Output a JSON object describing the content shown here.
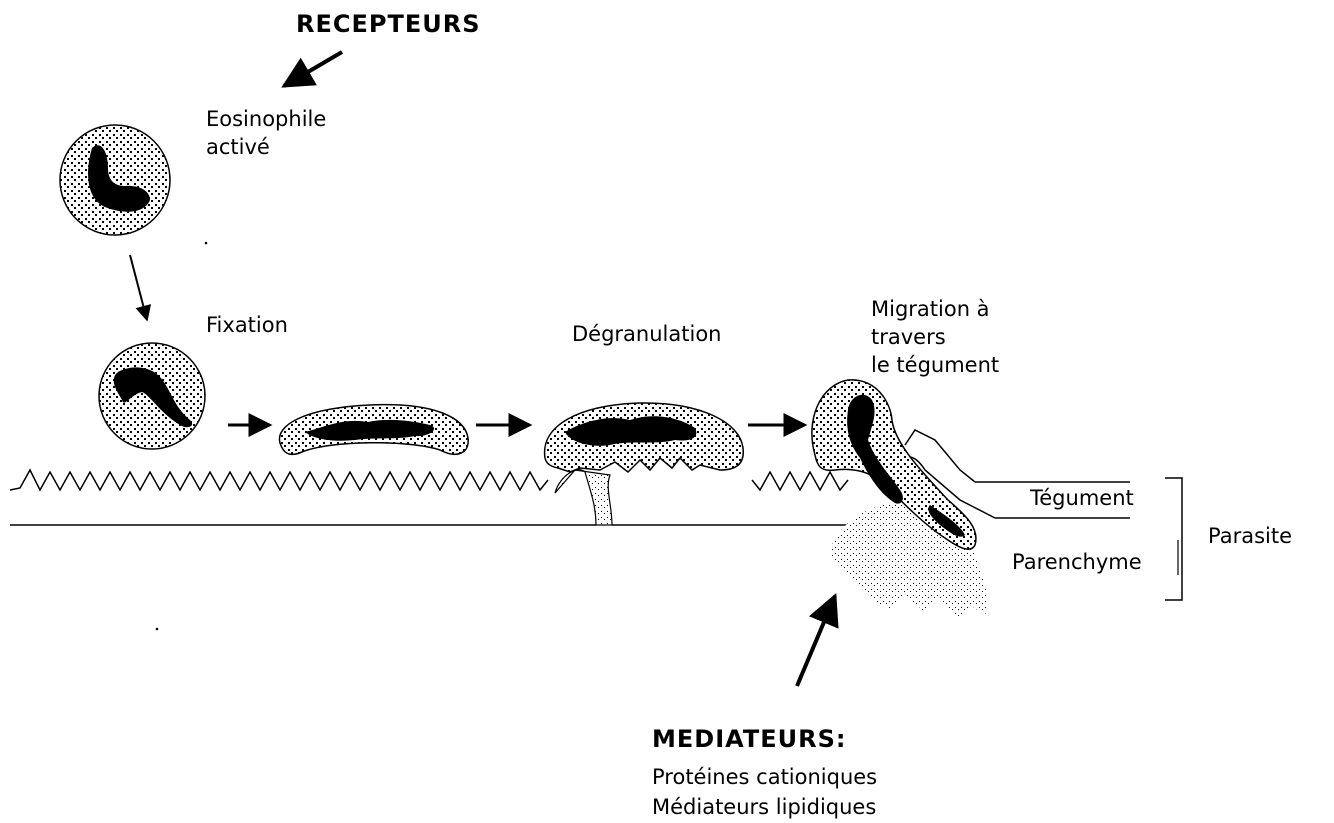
{
  "labels": {
    "recepteurs": "RECEPTEURS",
    "eosinophile": "Eosinophile\nactivé",
    "fixation": "Fixation",
    "degranulation": "Dégranulation",
    "migration": "Migration à\ntravers\nle tégument",
    "tegument": "Tégument",
    "parenchyme": "Parenchyme",
    "parasite": "Parasite",
    "mediateurs_title": "MEDIATEURS:",
    "mediateurs_items": [
      "Protéines cationiques",
      "Médiateurs lipidiques"
    ]
  },
  "colors": {
    "ink": "#000000",
    "background": "#ffffff"
  }
}
